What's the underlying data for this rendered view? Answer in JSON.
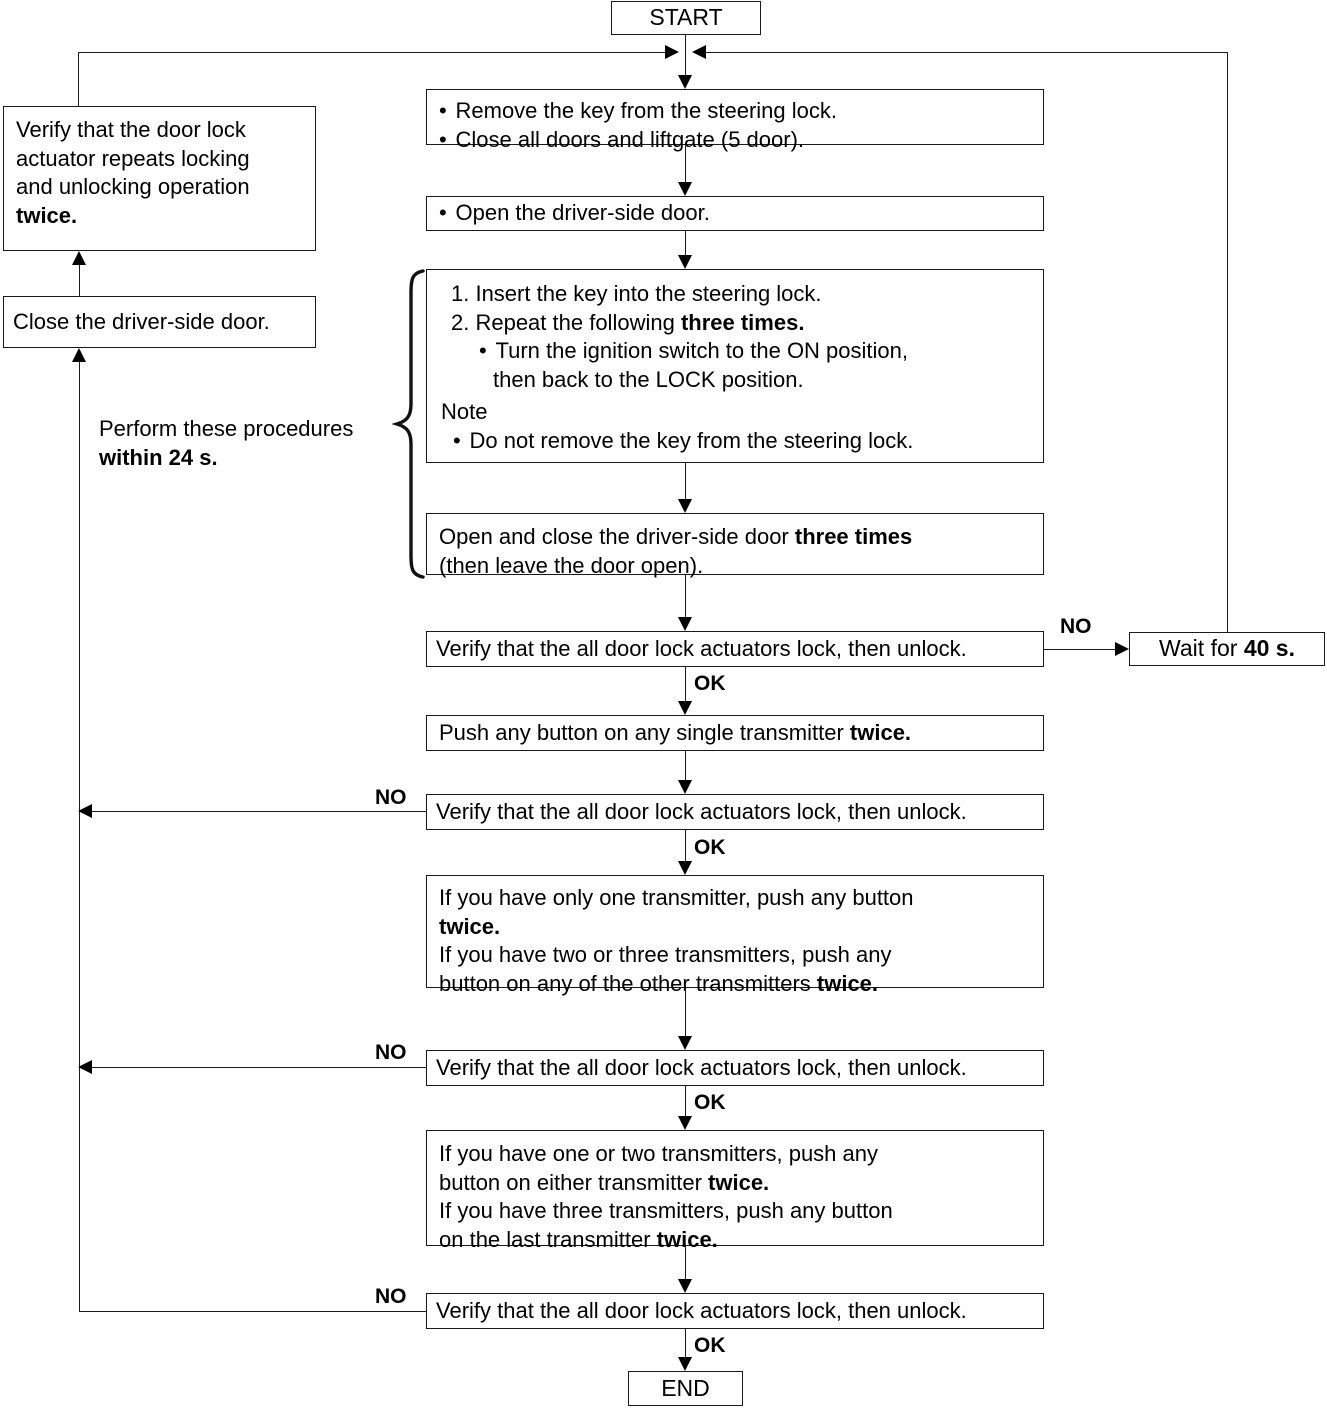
{
  "diagram": {
    "title": "Keyless entry transmitter registration flowchart",
    "terminals": {
      "start": "START",
      "end": "END"
    },
    "nodes": {
      "remove_key": {
        "line1_bullet": "•",
        "line1": "Remove the key from  the steering lock.",
        "line2_bullet": "•",
        "line2": "Close all doors and liftgate (5 door)."
      },
      "open_door": {
        "bullet": "•",
        "text": "Open the driver-side door."
      },
      "insert_key": {
        "step1": "1. Insert the key into the steering lock.",
        "step2_a": "2. Repeat the following ",
        "step2_bold": "three times.",
        "sub_bullet": "•",
        "sub1": "Turn the ignition switch to the ON position,",
        "sub2": "then back to the LOCK position.",
        "note_label": "Note",
        "note_bullet": "•",
        "note_text": "Do not remove the key from the steering lock."
      },
      "open_close_door": {
        "line1_a": "Open and close the driver-side door ",
        "line1_bold": "three times",
        "line2": "(then leave the door open)."
      },
      "verify1": "Verify that the all door lock actuators lock, then unlock.",
      "wait40": {
        "prefix": "Wait for ",
        "bold": "40 s."
      },
      "push_single": {
        "prefix": "Push any button on any single transmitter ",
        "bold": "twice."
      },
      "verify2": "Verify that the all door lock actuators lock, then unlock.",
      "transmitters_a": {
        "line1": "If you have only one transmitter, push any button",
        "line2_bold": "twice.",
        "line3": "If you have two or three transmitters, push any",
        "line4_a": "button on any of the other transmitters ",
        "line4_bold": "twice."
      },
      "verify3": "Verify that the all door lock actuators lock, then unlock.",
      "transmitters_b": {
        "line1": "If you have one or two transmitters, push any",
        "line2_a": "button on either transmitter ",
        "line2_bold": "twice.",
        "line3": "If you have three transmitters, push any button",
        "line4_a": "on the last transmitter ",
        "line4_bold": "twice."
      },
      "verify4": "Verify that the all door lock actuators lock, then unlock.",
      "verify_actuator_twice": {
        "line1": "Verify that the door lock",
        "line2": "actuator repeats locking",
        "line3": "and unlocking operation",
        "line4_bold": "twice."
      },
      "close_door": "Close the driver-side door."
    },
    "annotations": {
      "perform_within_a": "Perform these procedures",
      "perform_within_bold": "within 24 s."
    },
    "edge_labels": {
      "no_1": "NO",
      "ok_1": "OK",
      "no_2": "NO",
      "ok_2": "OK",
      "no_3": "NO",
      "ok_3": "OK",
      "no_4": "NO",
      "ok_4": "OK"
    },
    "colors": {
      "line": "#1a1a1a",
      "text": "#000000",
      "background": "#ffffff"
    }
  }
}
